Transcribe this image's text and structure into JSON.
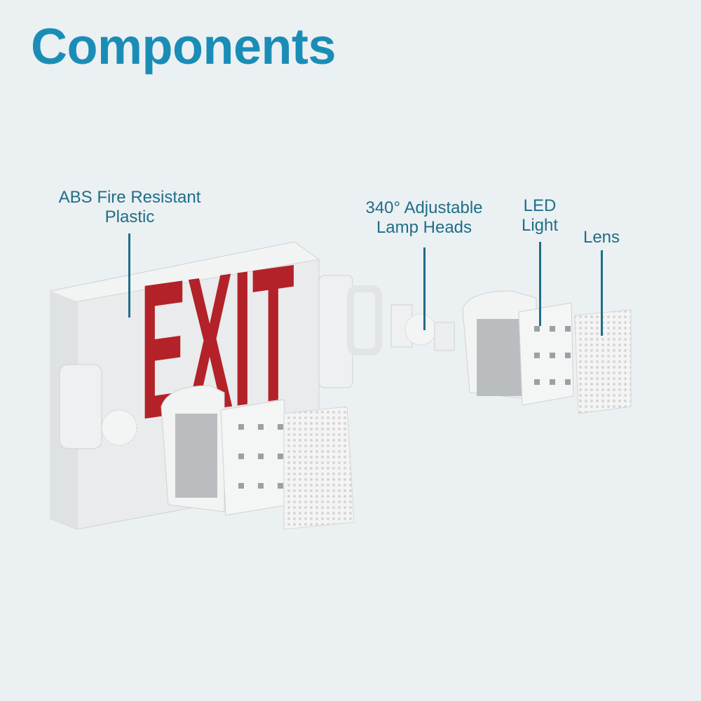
{
  "title": "Components",
  "labels": {
    "abs": "ABS Fire Resistant\nPlastic",
    "lamp_heads": "340° Adjustable\nLamp Heads",
    "led": "LED\nLight",
    "lens": "Lens"
  },
  "sign_text": "EXIT",
  "colors": {
    "title": "#1a8db6",
    "label": "#1f6e86",
    "exit_letters": "#b32228",
    "background": "#ebf0f3"
  }
}
